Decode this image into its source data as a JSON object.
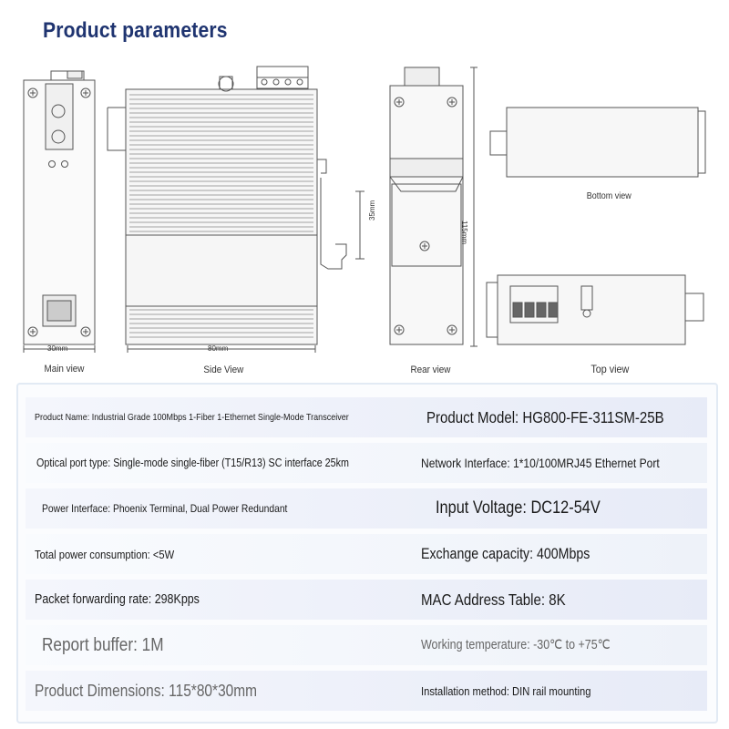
{
  "header": {
    "title": "Product parameters"
  },
  "views": {
    "main": "Main view",
    "side": "Side View",
    "rear": "Rear view",
    "top": "Top view",
    "bottom": "Bottom view"
  },
  "dimensions": {
    "width_30": "30mm",
    "width_80": "80mm",
    "rail_35": "35mm",
    "height_115": "115mm"
  },
  "params": [
    {
      "left": "Product Name: Industrial Grade 100Mbps 1-Fiber 1-Ethernet Single-Mode Transceiver",
      "right": "Product Model: HG800-FE-311SM-25B"
    },
    {
      "left": "Optical port type: Single-mode single-fiber (T15/R13) SC interface 25km",
      "right": "Network Interface: 1*10/100MRJ45 Ethernet Port"
    },
    {
      "left": "Power Interface: Phoenix Terminal, Dual Power Redundant",
      "right": "Input Voltage: DC12-54V"
    },
    {
      "left": "Total power consumption: <5W",
      "right": "Exchange capacity: 400Mbps"
    },
    {
      "left": "Packet forwarding rate: 298Kpps",
      "right": "MAC Address Table: 8K"
    },
    {
      "left": "Report buffer: 1M",
      "right": "Working temperature: -30℃ to +75℃"
    },
    {
      "left": "Product Dimensions: 115*80*30mm",
      "right": "Installation method: DIN rail mounting"
    }
  ]
}
